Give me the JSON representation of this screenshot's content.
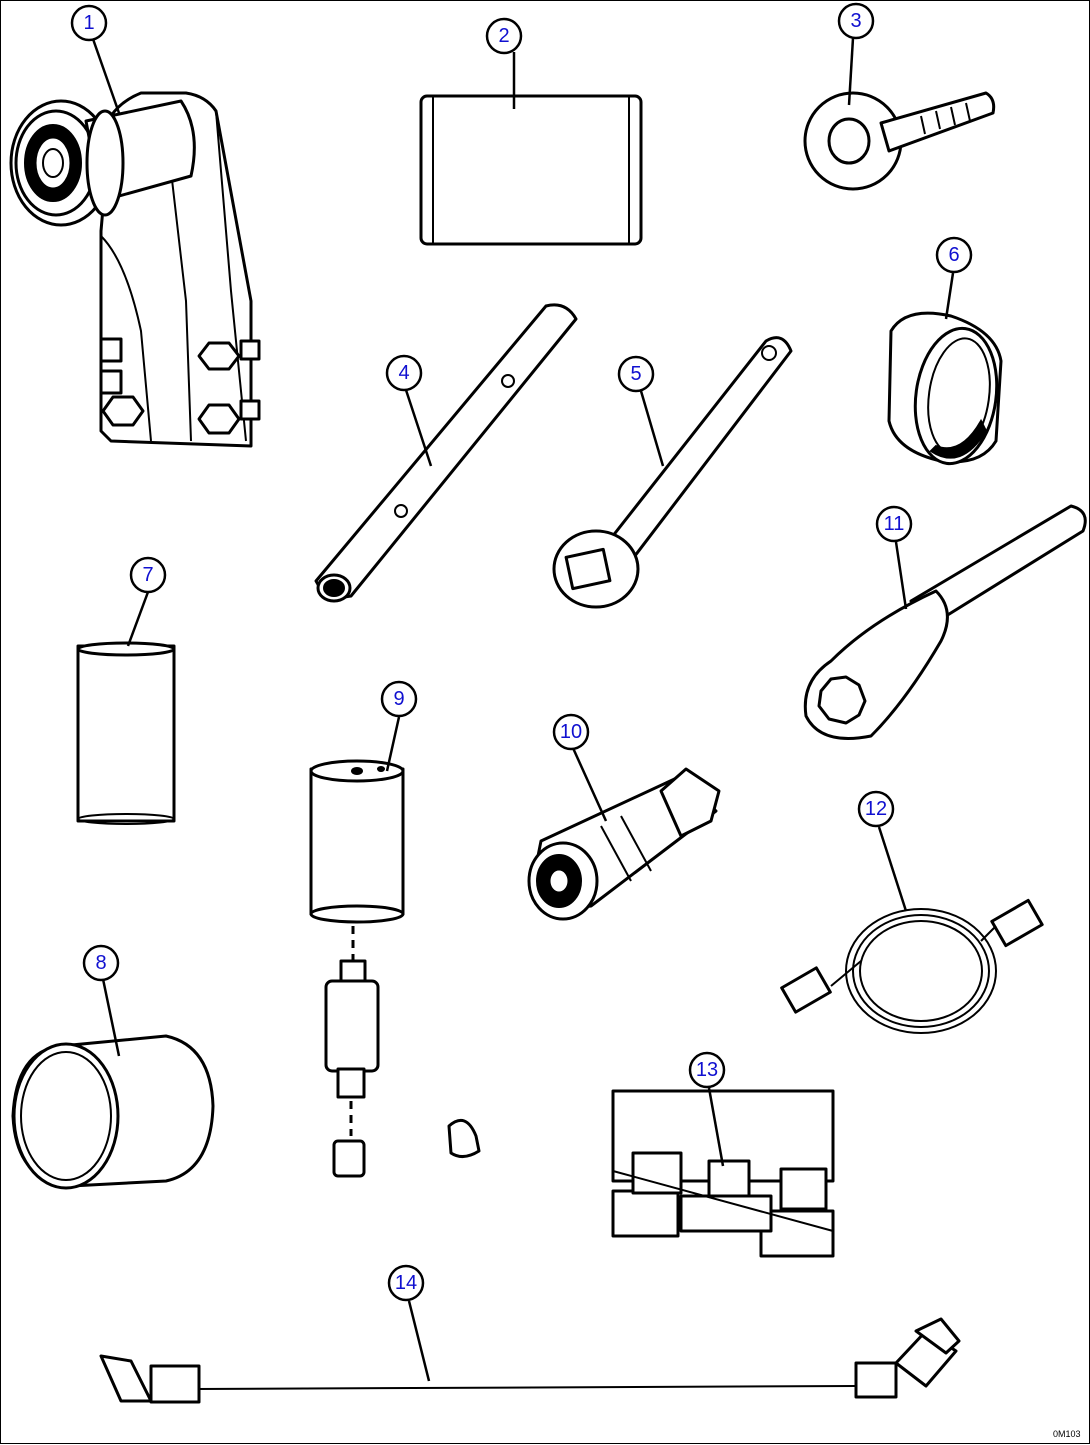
{
  "callouts": [
    {
      "id": "1",
      "label": "1"
    },
    {
      "id": "2",
      "label": "2"
    },
    {
      "id": "3",
      "label": "3"
    },
    {
      "id": "4",
      "label": "4"
    },
    {
      "id": "5",
      "label": "5"
    },
    {
      "id": "6",
      "label": "6"
    },
    {
      "id": "7",
      "label": "7"
    },
    {
      "id": "8",
      "label": "8"
    },
    {
      "id": "9",
      "label": "9"
    },
    {
      "id": "10",
      "label": "10"
    },
    {
      "id": "11",
      "label": "11"
    },
    {
      "id": "12",
      "label": "12"
    },
    {
      "id": "13",
      "label": "13"
    },
    {
      "id": "14",
      "label": "14"
    }
  ],
  "figure_code": "0M103",
  "colors": {
    "callout_text": "#1010d0",
    "line": "#000000",
    "background": "#ffffff"
  }
}
